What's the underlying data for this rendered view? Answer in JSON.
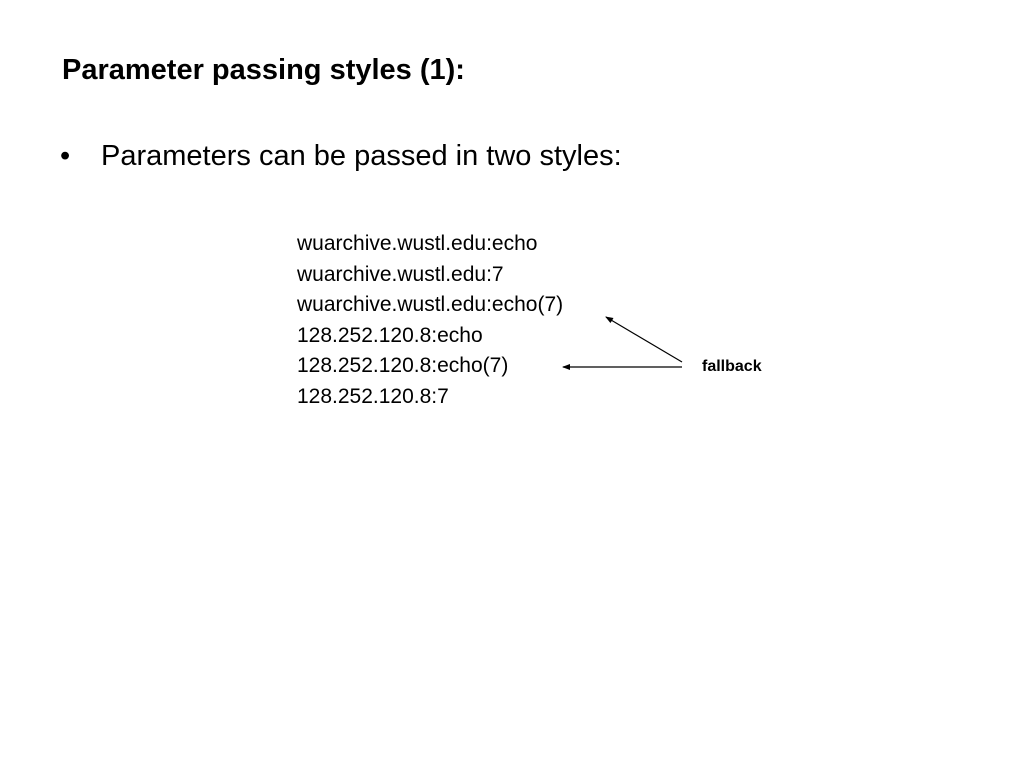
{
  "slide": {
    "title": "Parameter passing styles (1):",
    "bullet": {
      "marker": "•",
      "text": "Parameters can be passed in two styles:"
    },
    "examples": [
      "wuarchive.wustl.edu:echo",
      "wuarchive.wustl.edu:7",
      "wuarchive.wustl.edu:echo(7)",
      "128.252.120.8:echo",
      "128.252.120.8:echo(7)",
      "128.252.120.8:7"
    ],
    "annotation": {
      "label": "fallback"
    }
  }
}
